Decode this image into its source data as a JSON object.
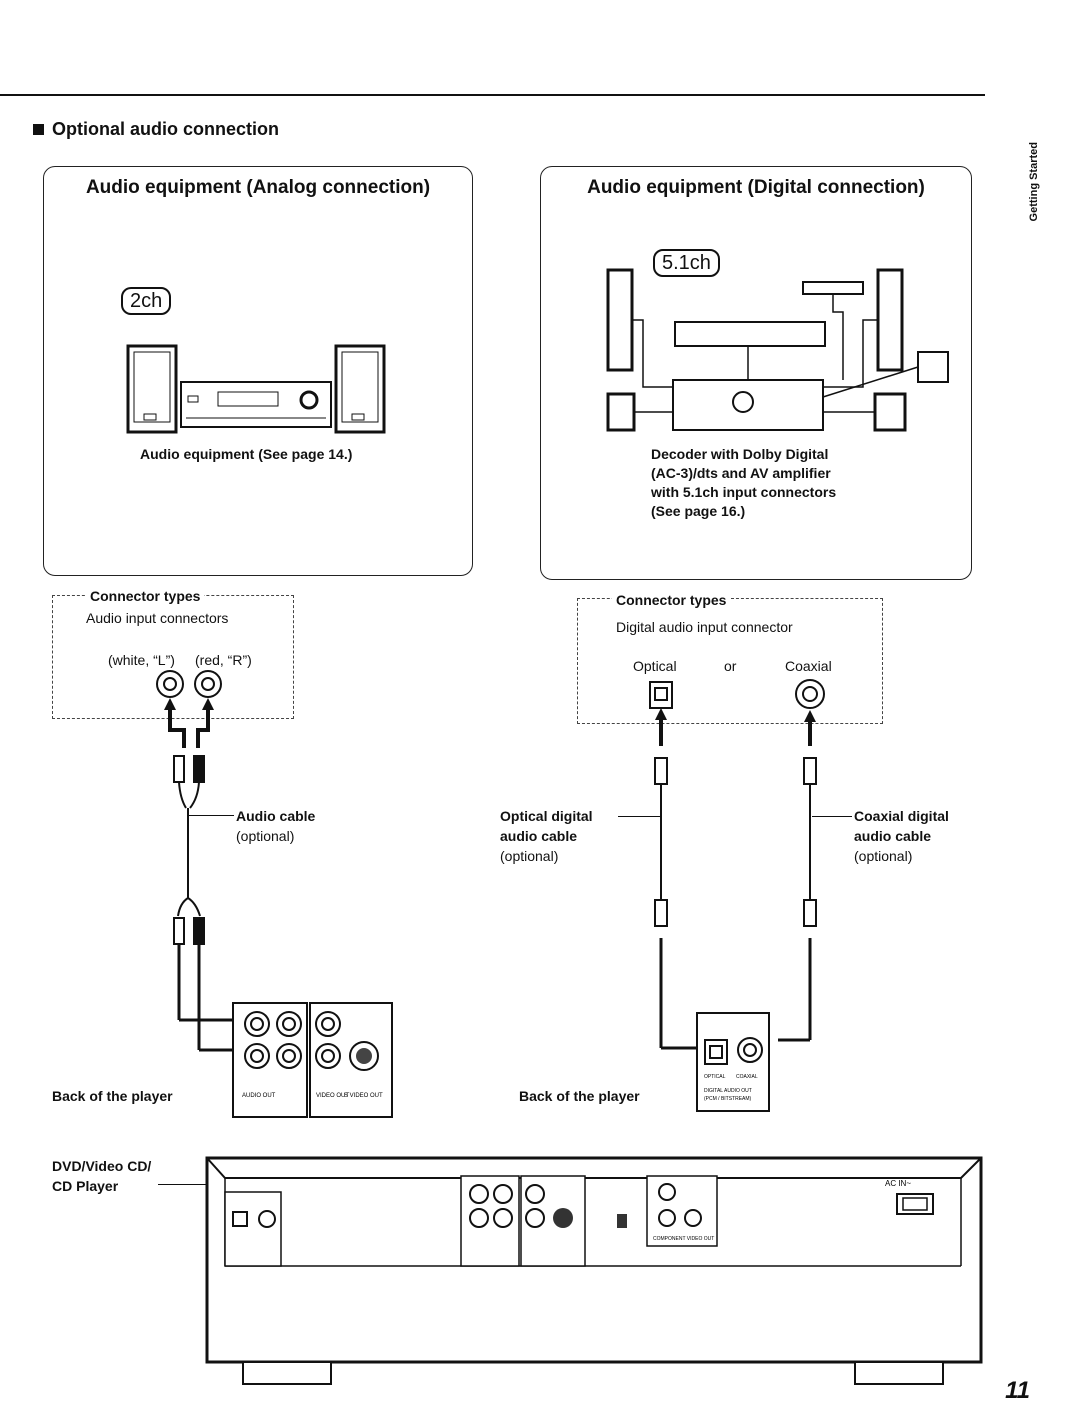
{
  "section": {
    "title": "Optional audio connection"
  },
  "side_tab": "Getting Started",
  "page_number": "11",
  "analog": {
    "title": "Audio equipment (Analog connection)",
    "badge": "2ch",
    "caption": "Audio equipment (See page 14.)",
    "connector": {
      "heading": "Connector types",
      "subheading": "Audio input connectors",
      "left_jack": "(white, “L”)",
      "right_jack": "(red, “R”)"
    },
    "cable": {
      "name": "Audio cable",
      "note": "(optional)"
    },
    "back_label": "Back of the player",
    "panel_labels": {
      "audio_out": "AUDIO OUT",
      "video_out": "VIDEO OUT",
      "s_video_out": "S VIDEO OUT"
    }
  },
  "digital": {
    "title": "Audio equipment (Digital connection)",
    "badge": "5.1ch",
    "caption_lines": [
      "Decoder with Dolby Digital",
      "(AC-3)/dts and AV amplifier",
      "with 5.1ch input connectors",
      "(See page 16.)"
    ],
    "connector": {
      "heading": "Connector types",
      "subheading": "Digital audio input connector",
      "optical": "Optical",
      "or": "or",
      "coaxial": "Coaxial"
    },
    "optical_cable": {
      "name_line1": "Optical digital",
      "name_line2": "audio cable",
      "note": "(optional)"
    },
    "coaxial_cable": {
      "name_line1": "Coaxial digital",
      "name_line2": "audio cable",
      "note": "(optional)"
    },
    "back_label": "Back of the player",
    "panel_labels": {
      "optical": "OPTICAL",
      "coaxial": "COAXIAL",
      "digital_out": "DIGITAL AUDIO OUT",
      "pcm": "(PCM / BITSTREAM)"
    }
  },
  "player": {
    "label_line1": "DVD/Video CD/",
    "label_line2": "CD Player",
    "ac_in": "AC IN~",
    "component_out": "COMPONENT VIDEO OUT"
  }
}
